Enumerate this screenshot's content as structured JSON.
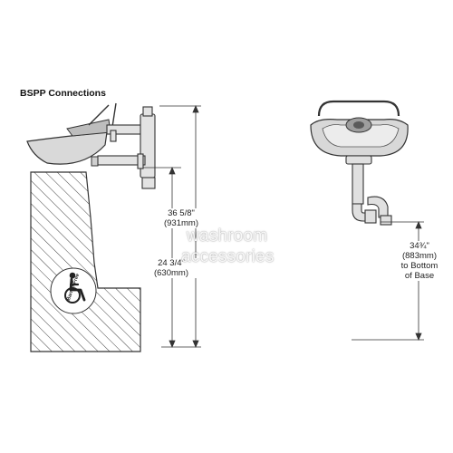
{
  "diagram": {
    "title": "BSPP Connections",
    "dimensions": {
      "overall_height": {
        "imperial": "36 5/8\"",
        "metric": "(931mm)"
      },
      "bowl_height": {
        "imperial": "24 3/4\"",
        "metric": "(630mm)"
      },
      "front_height": {
        "imperial": "34¾\"",
        "metric": "(883mm)",
        "note_line1": "to Bottom",
        "note_line2": "of Base"
      }
    },
    "badge_text": "Barrier Free",
    "watermark": {
      "line1": "washroom",
      "line2": "accessories"
    }
  }
}
